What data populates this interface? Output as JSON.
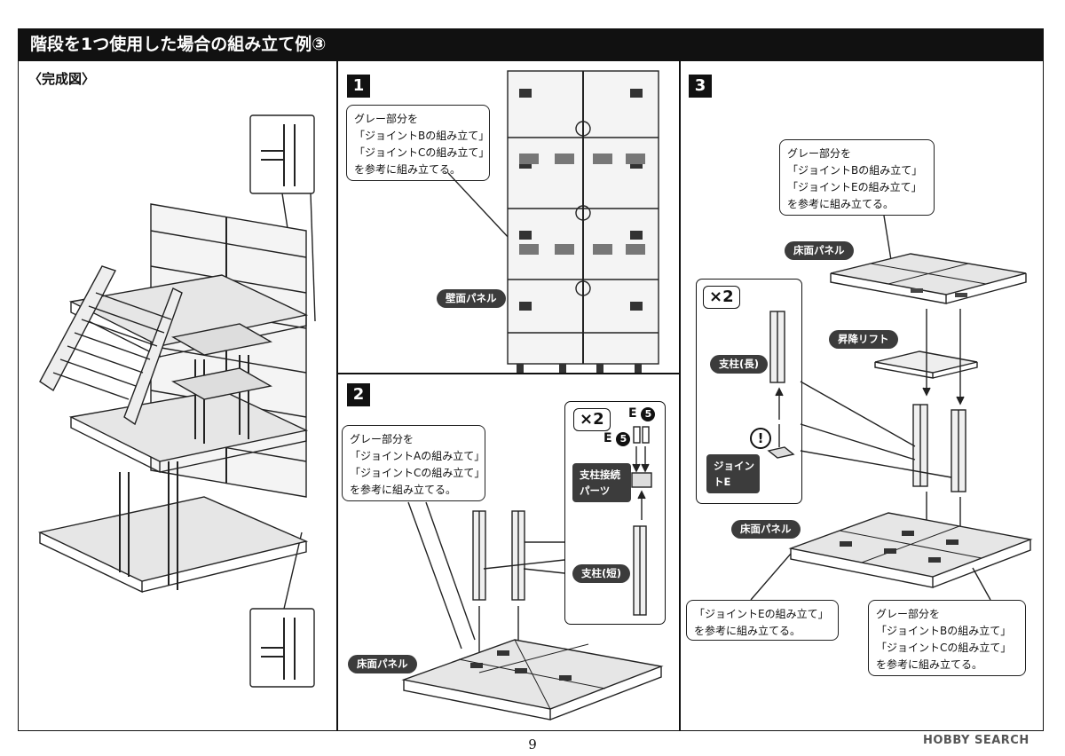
{
  "page_title": "階段を1つ使用した場合の組み立て例③",
  "completed": {
    "heading": "〈完成図〉"
  },
  "step1": {
    "number": "1",
    "callout": [
      "グレー部分を",
      "「ジョイントBの組み立て」",
      "「ジョイントCの組み立て」",
      "を参考に組み立てる。"
    ],
    "wall_label": "壁面パネル"
  },
  "step2": {
    "number": "2",
    "callout": [
      "グレー部分を",
      "「ジョイントAの組み立て」",
      "「ジョイントCの組み立て」",
      "を参考に組み立てる。"
    ],
    "multiplier": "×2",
    "part_code_1": "E",
    "part_code_2": "E",
    "part_num": "5",
    "connector_label": "支柱接続パーツ",
    "connector_label_a": "支柱接続",
    "connector_label_b": "パーツ",
    "short_pillar_label": "支柱(短)",
    "floor_label": "床面パネル"
  },
  "step3": {
    "number": "3",
    "callout_top": [
      "グレー部分を",
      "「ジョイントBの組み立て」",
      "「ジョイントEの組み立て」",
      "を参考に組み立てる。"
    ],
    "floor_top_label": "床面パネル",
    "lift_label": "昇降リフト",
    "multiplier": "×2",
    "long_pillar_label": "支柱(長)",
    "warning_symbol": "!",
    "joint_e_label_a": "ジョイン",
    "joint_e_label_b": "トE",
    "floor_bottom_label": "床面パネル",
    "callout_left": [
      "「ジョイントEの組み立て」",
      "を参考に組み立てる。"
    ],
    "callout_right": [
      "グレー部分を",
      "「ジョイントBの組み立て」",
      "「ジョイントCの組み立て」",
      "を参考に組み立てる。"
    ]
  },
  "page_number": "9",
  "watermark": "HOBBY SEARCH"
}
